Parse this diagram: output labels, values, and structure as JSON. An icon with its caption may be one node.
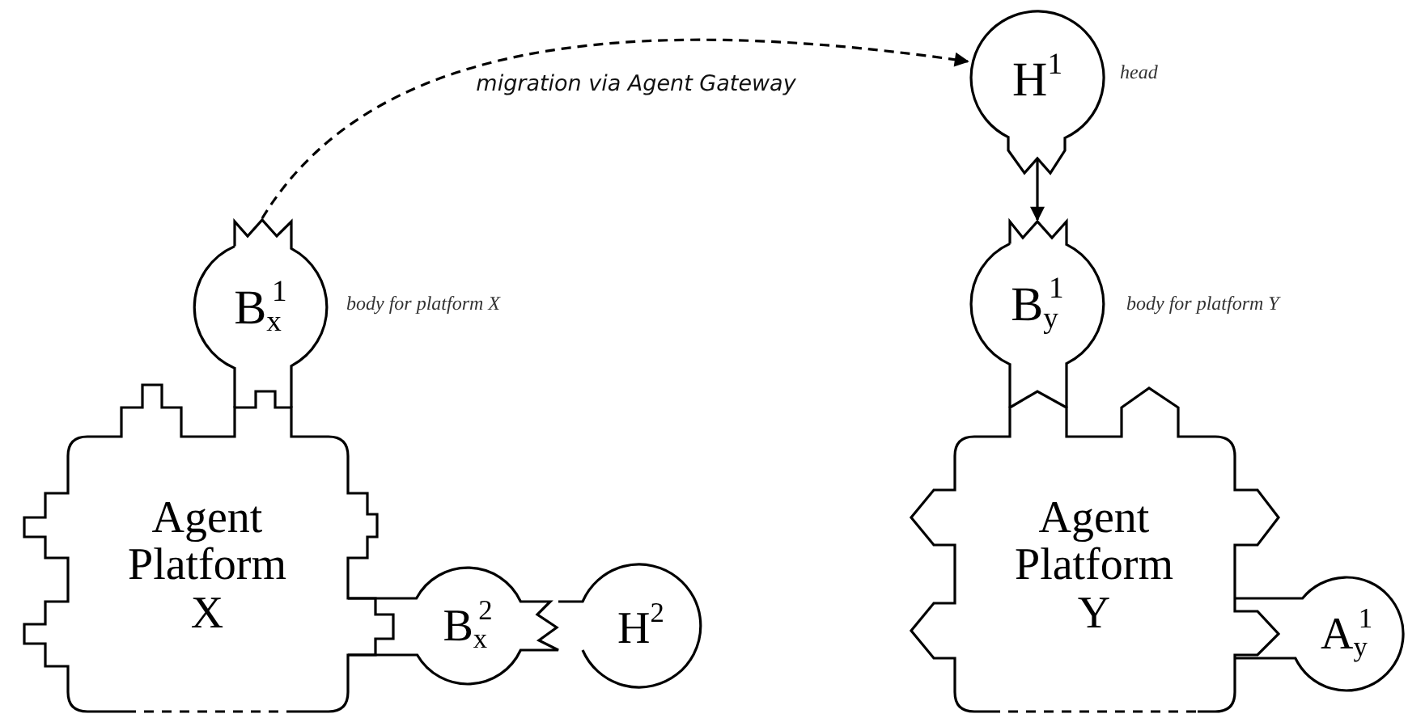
{
  "diagram": {
    "nodes": [
      {
        "text": [
          "H$^{1}$"
        ],
        "beside": [
          "head"
        ]
      },
      {
        "text": [
          "B$_{x}$$^{1}$"
        ],
        "beside": [
          "body for platform X"
        ]
      },
      {
        "text": [
          "B$_{y}$$^{1}$"
        ],
        "beside": [
          "body for platform Y"
        ]
      },
      {
        "text": [
          "Agent Platform X"
        ]
      },
      {
        "text": [
          "Agent Platform Y"
        ]
      },
      {
        "text": [
          "B$_{x}$$^{2}$"
        ]
      },
      {
        "text": [
          "H$^{2}$"
        ]
      },
      {
        "text": [
          "A$_{y}$$^{1}$"
        ]
      }
    ],
    "edges": [
      {
        "from": 1,
        "to": 0,
        "arrow": "to",
        "label": "migration via Agent Gateway",
        "style": "dashed"
      },
      {
        "from": 0,
        "to": 2,
        "arrow": "to"
      }
    ]
  }
}
